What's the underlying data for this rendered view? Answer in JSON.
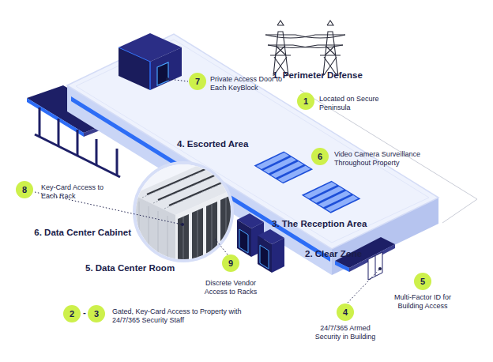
{
  "diagram": {
    "nodes": [
      {
        "text": [
          "7"
        ]
      },
      {
        "text": [
          "1"
        ]
      },
      {
        "text": [
          "6"
        ]
      },
      {
        "text": [
          "8"
        ]
      },
      {
        "text": [
          "9"
        ]
      },
      {
        "text": [
          "5"
        ]
      },
      {
        "text": [
          "4"
        ]
      },
      {
        "text": [
          "2"
        ]
      },
      {
        "text": [
          "3"
        ]
      }
    ],
    "labels": [
      "1. Perimeter Defense",
      "Private Access Door to Each KeyBlock",
      "Located on Secure Peninsula",
      "4. Escorted Area",
      "Video Camera Surveillance Throughout Property",
      "Key-Card Access to Each Rack",
      "6. Data Center Cabinet",
      "3. The Reception Area",
      "5. Data Center Room",
      "Discrete Vendor Access to Racks",
      "2. Clear Zone",
      "Multi-Factor ID for Building Access",
      "-",
      "Gated, Key-Card Access to Property with 24/7/365 Security Staff",
      "24/7/365 Armed Security in Building"
    ]
  }
}
